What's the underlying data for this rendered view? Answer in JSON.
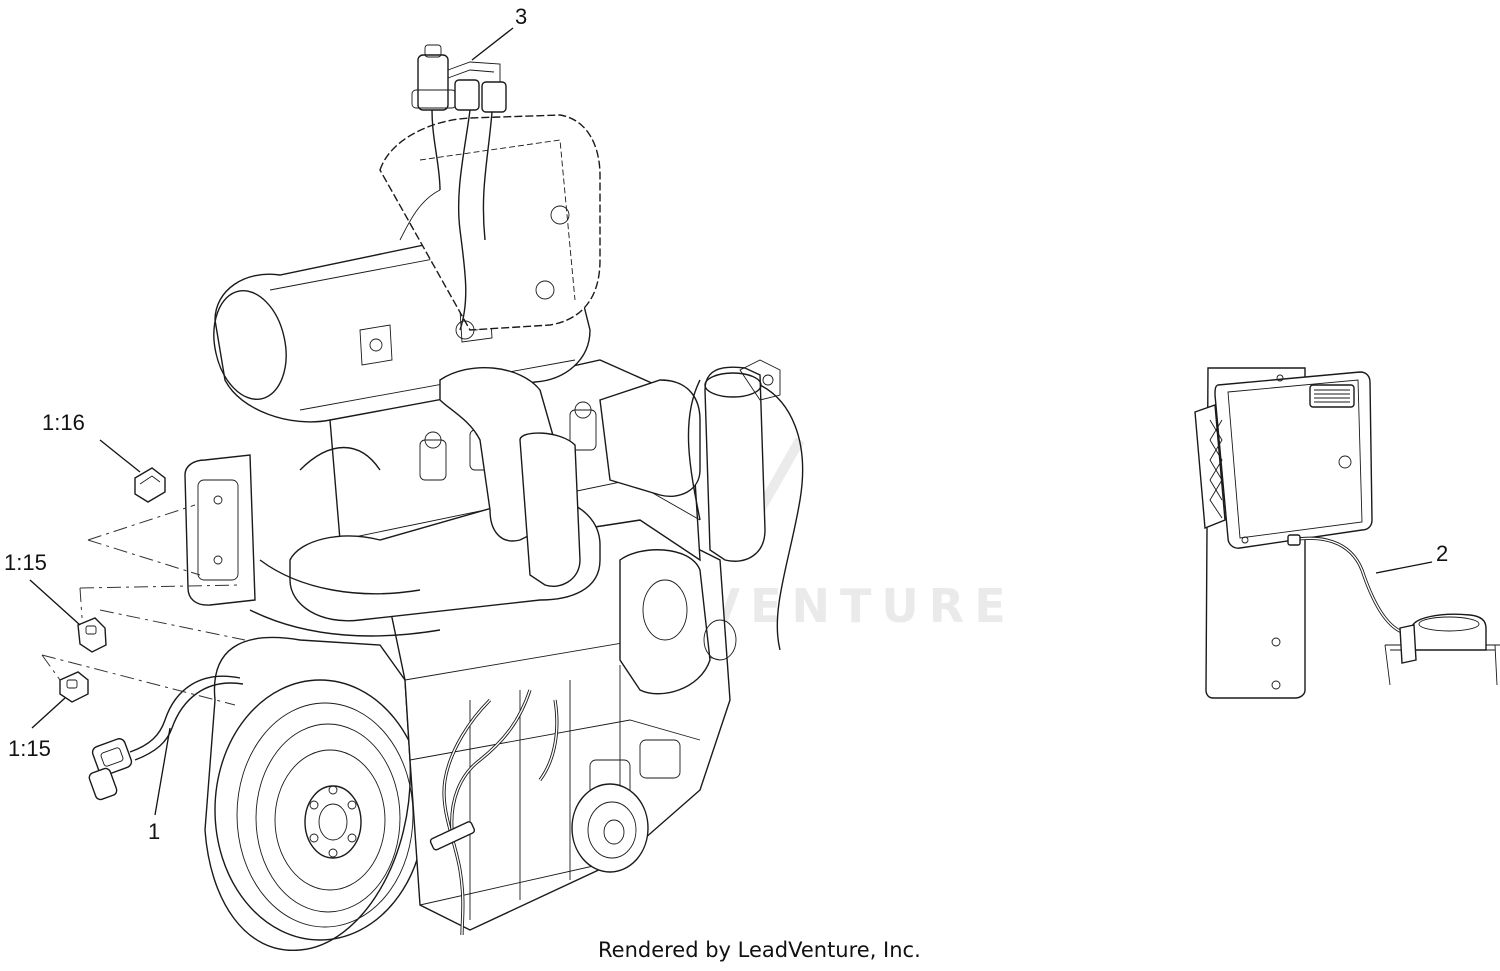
{
  "diagram": {
    "callouts": {
      "item_1": "1",
      "item_2": "2",
      "item_3": "3",
      "ref_1_16": "1:16",
      "ref_1_15_upper": "1:15",
      "ref_1_15_lower": "1:15"
    },
    "watermark": {
      "text": "LEADVENTURE"
    },
    "footer": {
      "text": "Rendered by LeadVenture, Inc."
    }
  }
}
